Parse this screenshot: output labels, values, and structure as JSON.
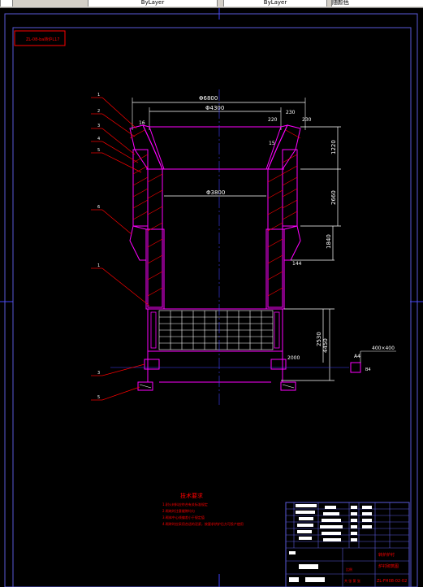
{
  "toolbar": {
    "cells": [
      "",
      "ByLayer",
      "",
      "ByLayer",
      "",
      "随颜色"
    ]
  },
  "drawing": {
    "frame_label": "ZL-08-ba转炉L17",
    "dims": {
      "outer_diameter": "Φ6800",
      "inner_top": "Φ4300",
      "inner_mid": "Φ3800",
      "right_220": "220",
      "right_230": "230",
      "left_16": "16",
      "right_15": "15",
      "v_1220": "1220",
      "v_2660": "2660",
      "v_1840": "1840",
      "v_4450": "4450",
      "v_2530": "2530",
      "h_144": "144",
      "h_2000": "2000",
      "detail_A": "A4",
      "detail_size": "400×400",
      "detail_ref": "B4"
    },
    "callouts": [
      "1",
      "2",
      "3",
      "4",
      "5",
      "6",
      "1",
      "3",
      "5"
    ],
    "notes": {
      "title": "技术要求",
      "lines": [
        "1.耐火材料应符合有关标准规定",
        "2.砌筑时注意缝隙均匀",
        "3.砌体中心线偏差小于规定值",
        "4.砌砖时应采用合适的泥浆，按要求烘炉后方可投产使用"
      ]
    },
    "title_block": {
      "name1": "转炉炉衬",
      "name2": "炉衬砌筑图",
      "drawing_no": "ZL-FH08-02-02",
      "scale_label": "比例",
      "sheet_label": "共 张 第 张"
    }
  },
  "colors": {
    "frame": "#5a5ad8",
    "magenta": "#ff00ff",
    "red": "#ff0000",
    "white": "#ffffff",
    "blue": "#4040ff",
    "cyan": "#00c0ff"
  }
}
